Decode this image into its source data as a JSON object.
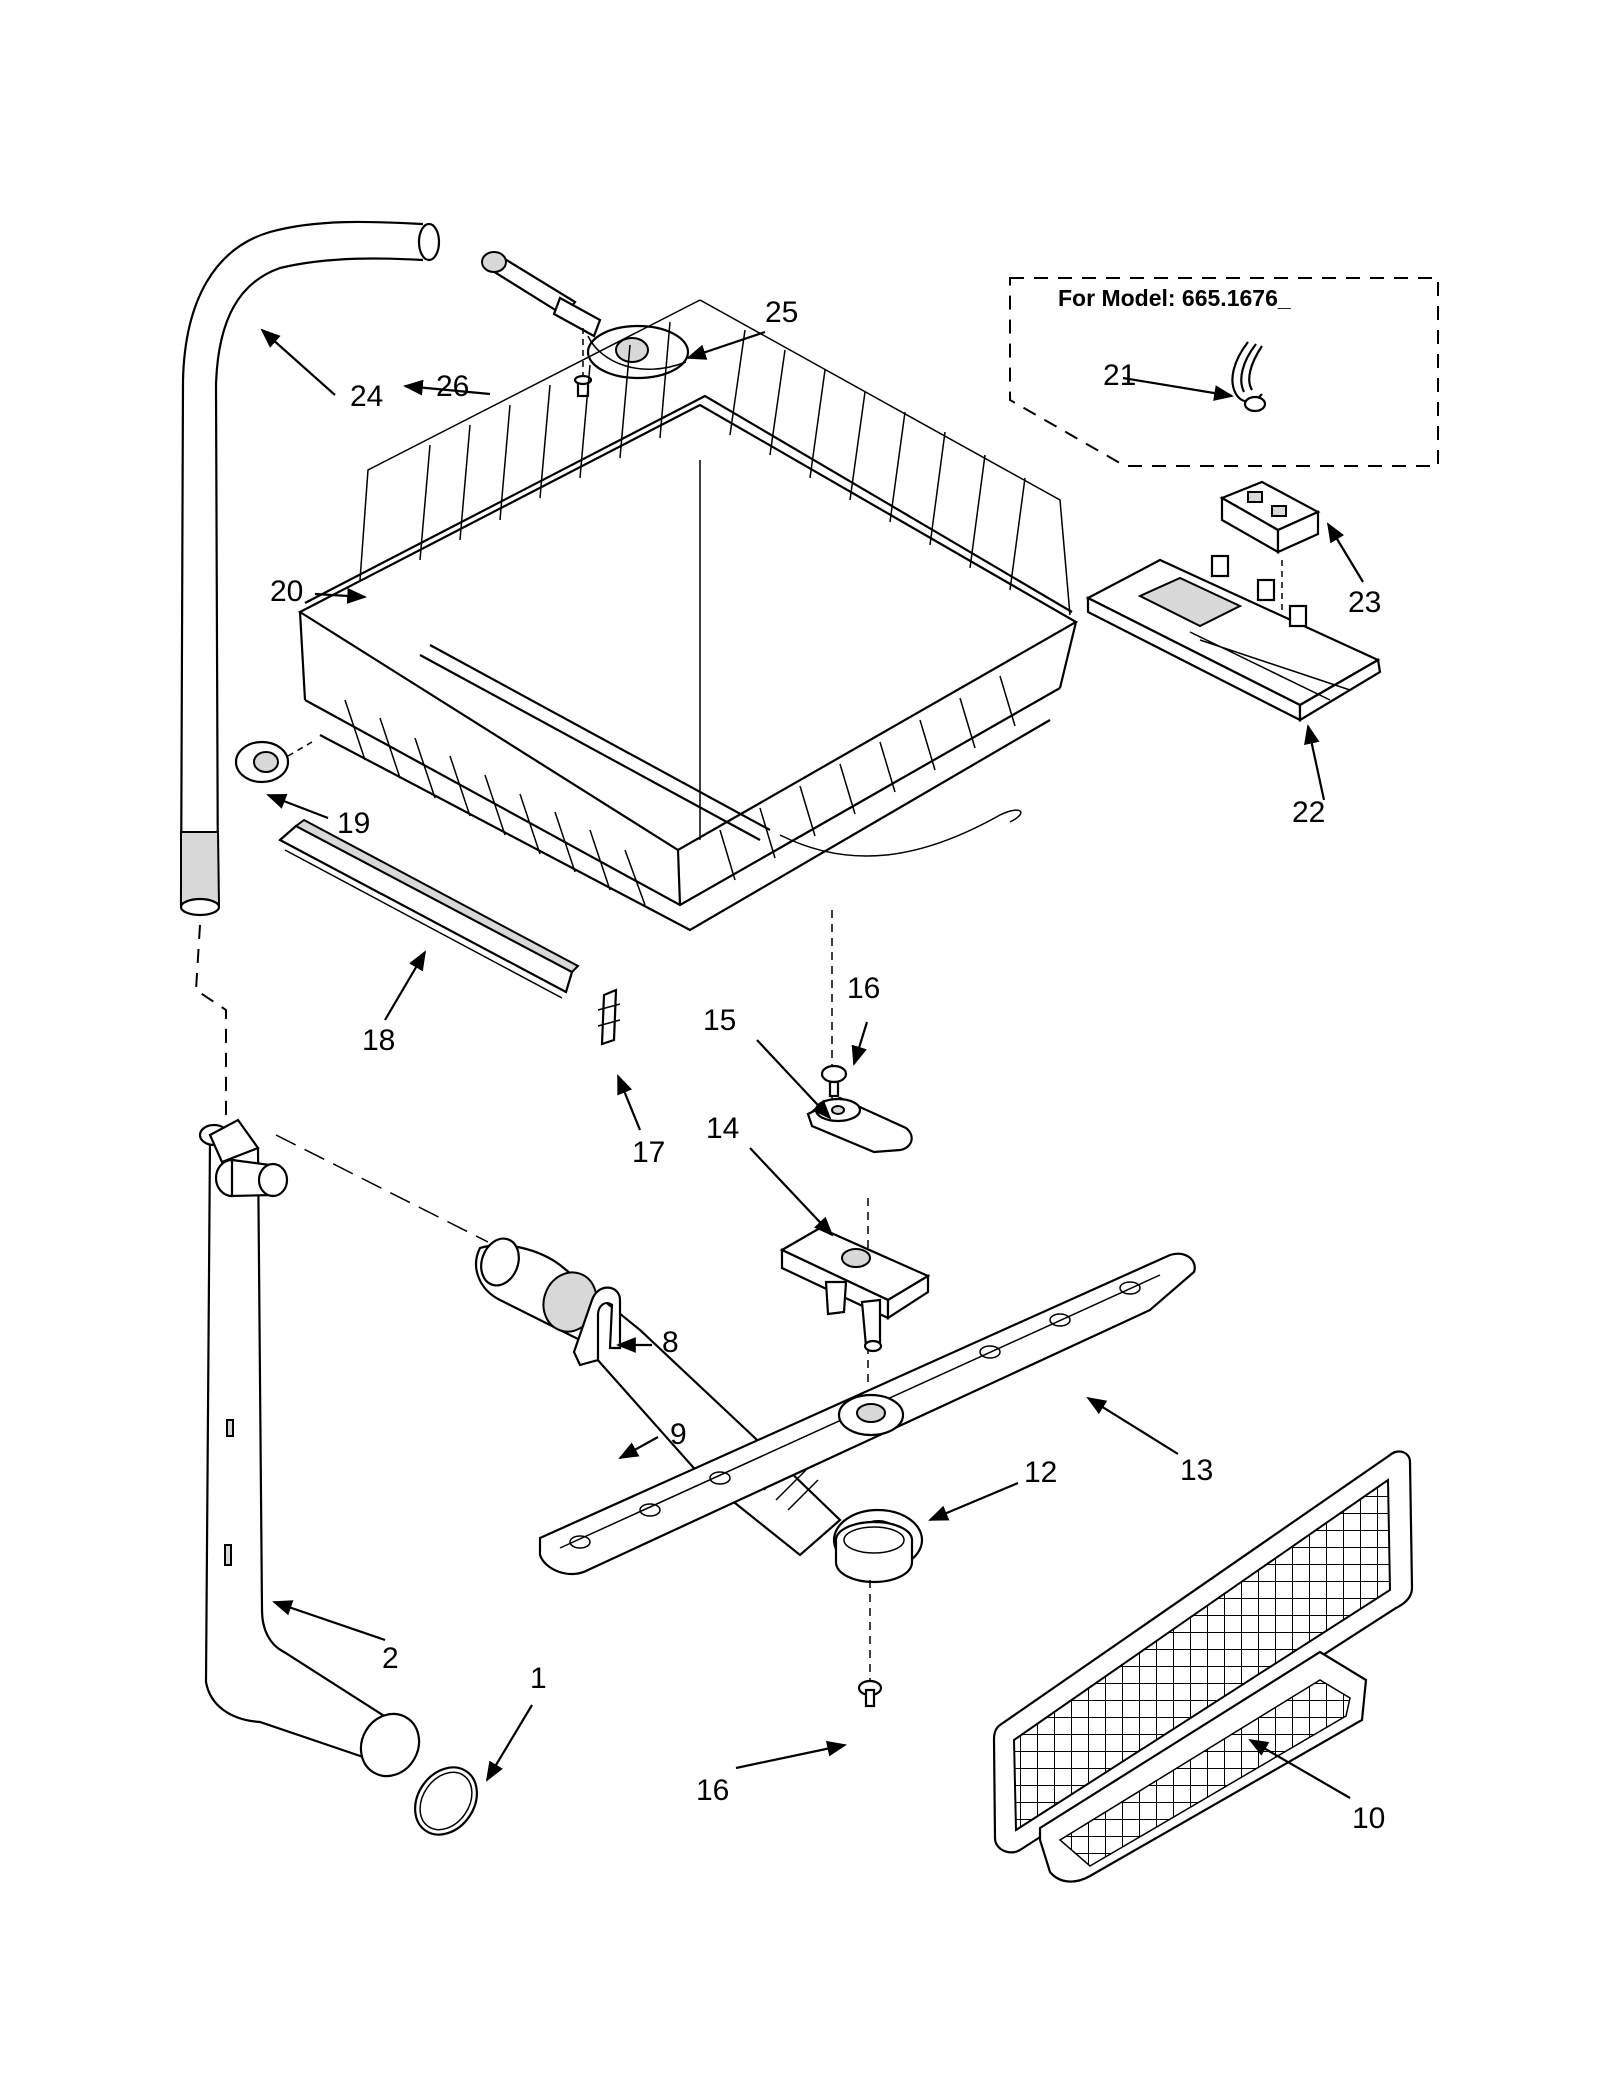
{
  "model_note": "For Model: 665.1676_",
  "callouts": [
    {
      "id": "1",
      "part": "gasket-ring"
    },
    {
      "id": "2",
      "part": "supply-tube"
    },
    {
      "id": "8",
      "part": "clip"
    },
    {
      "id": "9",
      "part": "manifold"
    },
    {
      "id": "10",
      "part": "silverware-basket"
    },
    {
      "id": "12",
      "part": "seal-ring"
    },
    {
      "id": "13",
      "part": "lower-spray-arm"
    },
    {
      "id": "14",
      "part": "spray-arm-support"
    },
    {
      "id": "15",
      "part": "bearing"
    },
    {
      "id": "16",
      "part": "screw"
    },
    {
      "id": "16",
      "part": "screw"
    },
    {
      "id": "17",
      "part": "rail-stop"
    },
    {
      "id": "18",
      "part": "rack-rail"
    },
    {
      "id": "19",
      "part": "rack-roller"
    },
    {
      "id": "20",
      "part": "upper-dishrack"
    },
    {
      "id": "21",
      "part": "wire-clip"
    },
    {
      "id": "22",
      "part": "cup-shelf"
    },
    {
      "id": "23",
      "part": "shelf-clip"
    },
    {
      "id": "24",
      "part": "feed-tube"
    },
    {
      "id": "25",
      "part": "upper-spray-arm"
    },
    {
      "id": "26",
      "part": "screw"
    }
  ]
}
